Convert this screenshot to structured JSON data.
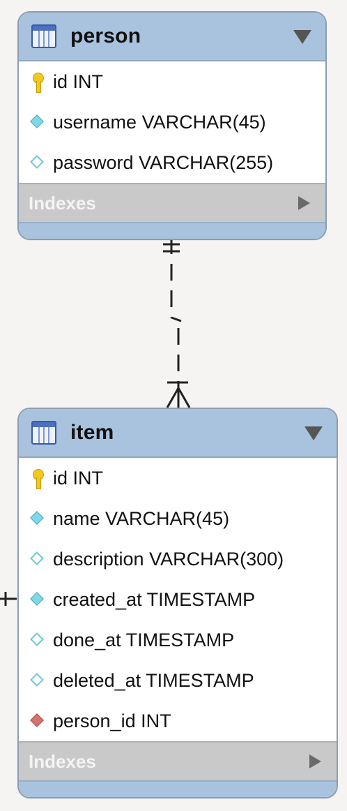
{
  "colors": {
    "header": "#a9c3de",
    "indexes_bar": "#c9c9c9",
    "background": "#f5f4f3",
    "key": "#f3c81f",
    "column": "#7fd8e6",
    "foreign_key": "#d6706a"
  },
  "tables": {
    "person": {
      "name": "person",
      "columns": [
        {
          "icon": "primary-key-icon",
          "text": "id INT"
        },
        {
          "icon": "not-null-column-icon",
          "text": "username VARCHAR(45)"
        },
        {
          "icon": "nullable-column-icon",
          "text": "password VARCHAR(255)"
        }
      ],
      "indexes_label": "Indexes"
    },
    "item": {
      "name": "item",
      "columns": [
        {
          "icon": "primary-key-icon",
          "text": "id INT"
        },
        {
          "icon": "not-null-column-icon",
          "text": "name VARCHAR(45)"
        },
        {
          "icon": "nullable-column-icon",
          "text": "description VARCHAR(300)"
        },
        {
          "icon": "not-null-column-icon",
          "text": "created_at TIMESTAMP"
        },
        {
          "icon": "nullable-column-icon",
          "text": "done_at TIMESTAMP"
        },
        {
          "icon": "nullable-column-icon",
          "text": "deleted_at TIMESTAMP"
        },
        {
          "icon": "foreign-key-icon",
          "text": "person_id INT"
        }
      ],
      "indexes_label": "Indexes"
    }
  },
  "relationship": {
    "from": "person",
    "to": "item",
    "from_cardinality": "one",
    "to_cardinality": "many",
    "line_style": "dashed"
  }
}
